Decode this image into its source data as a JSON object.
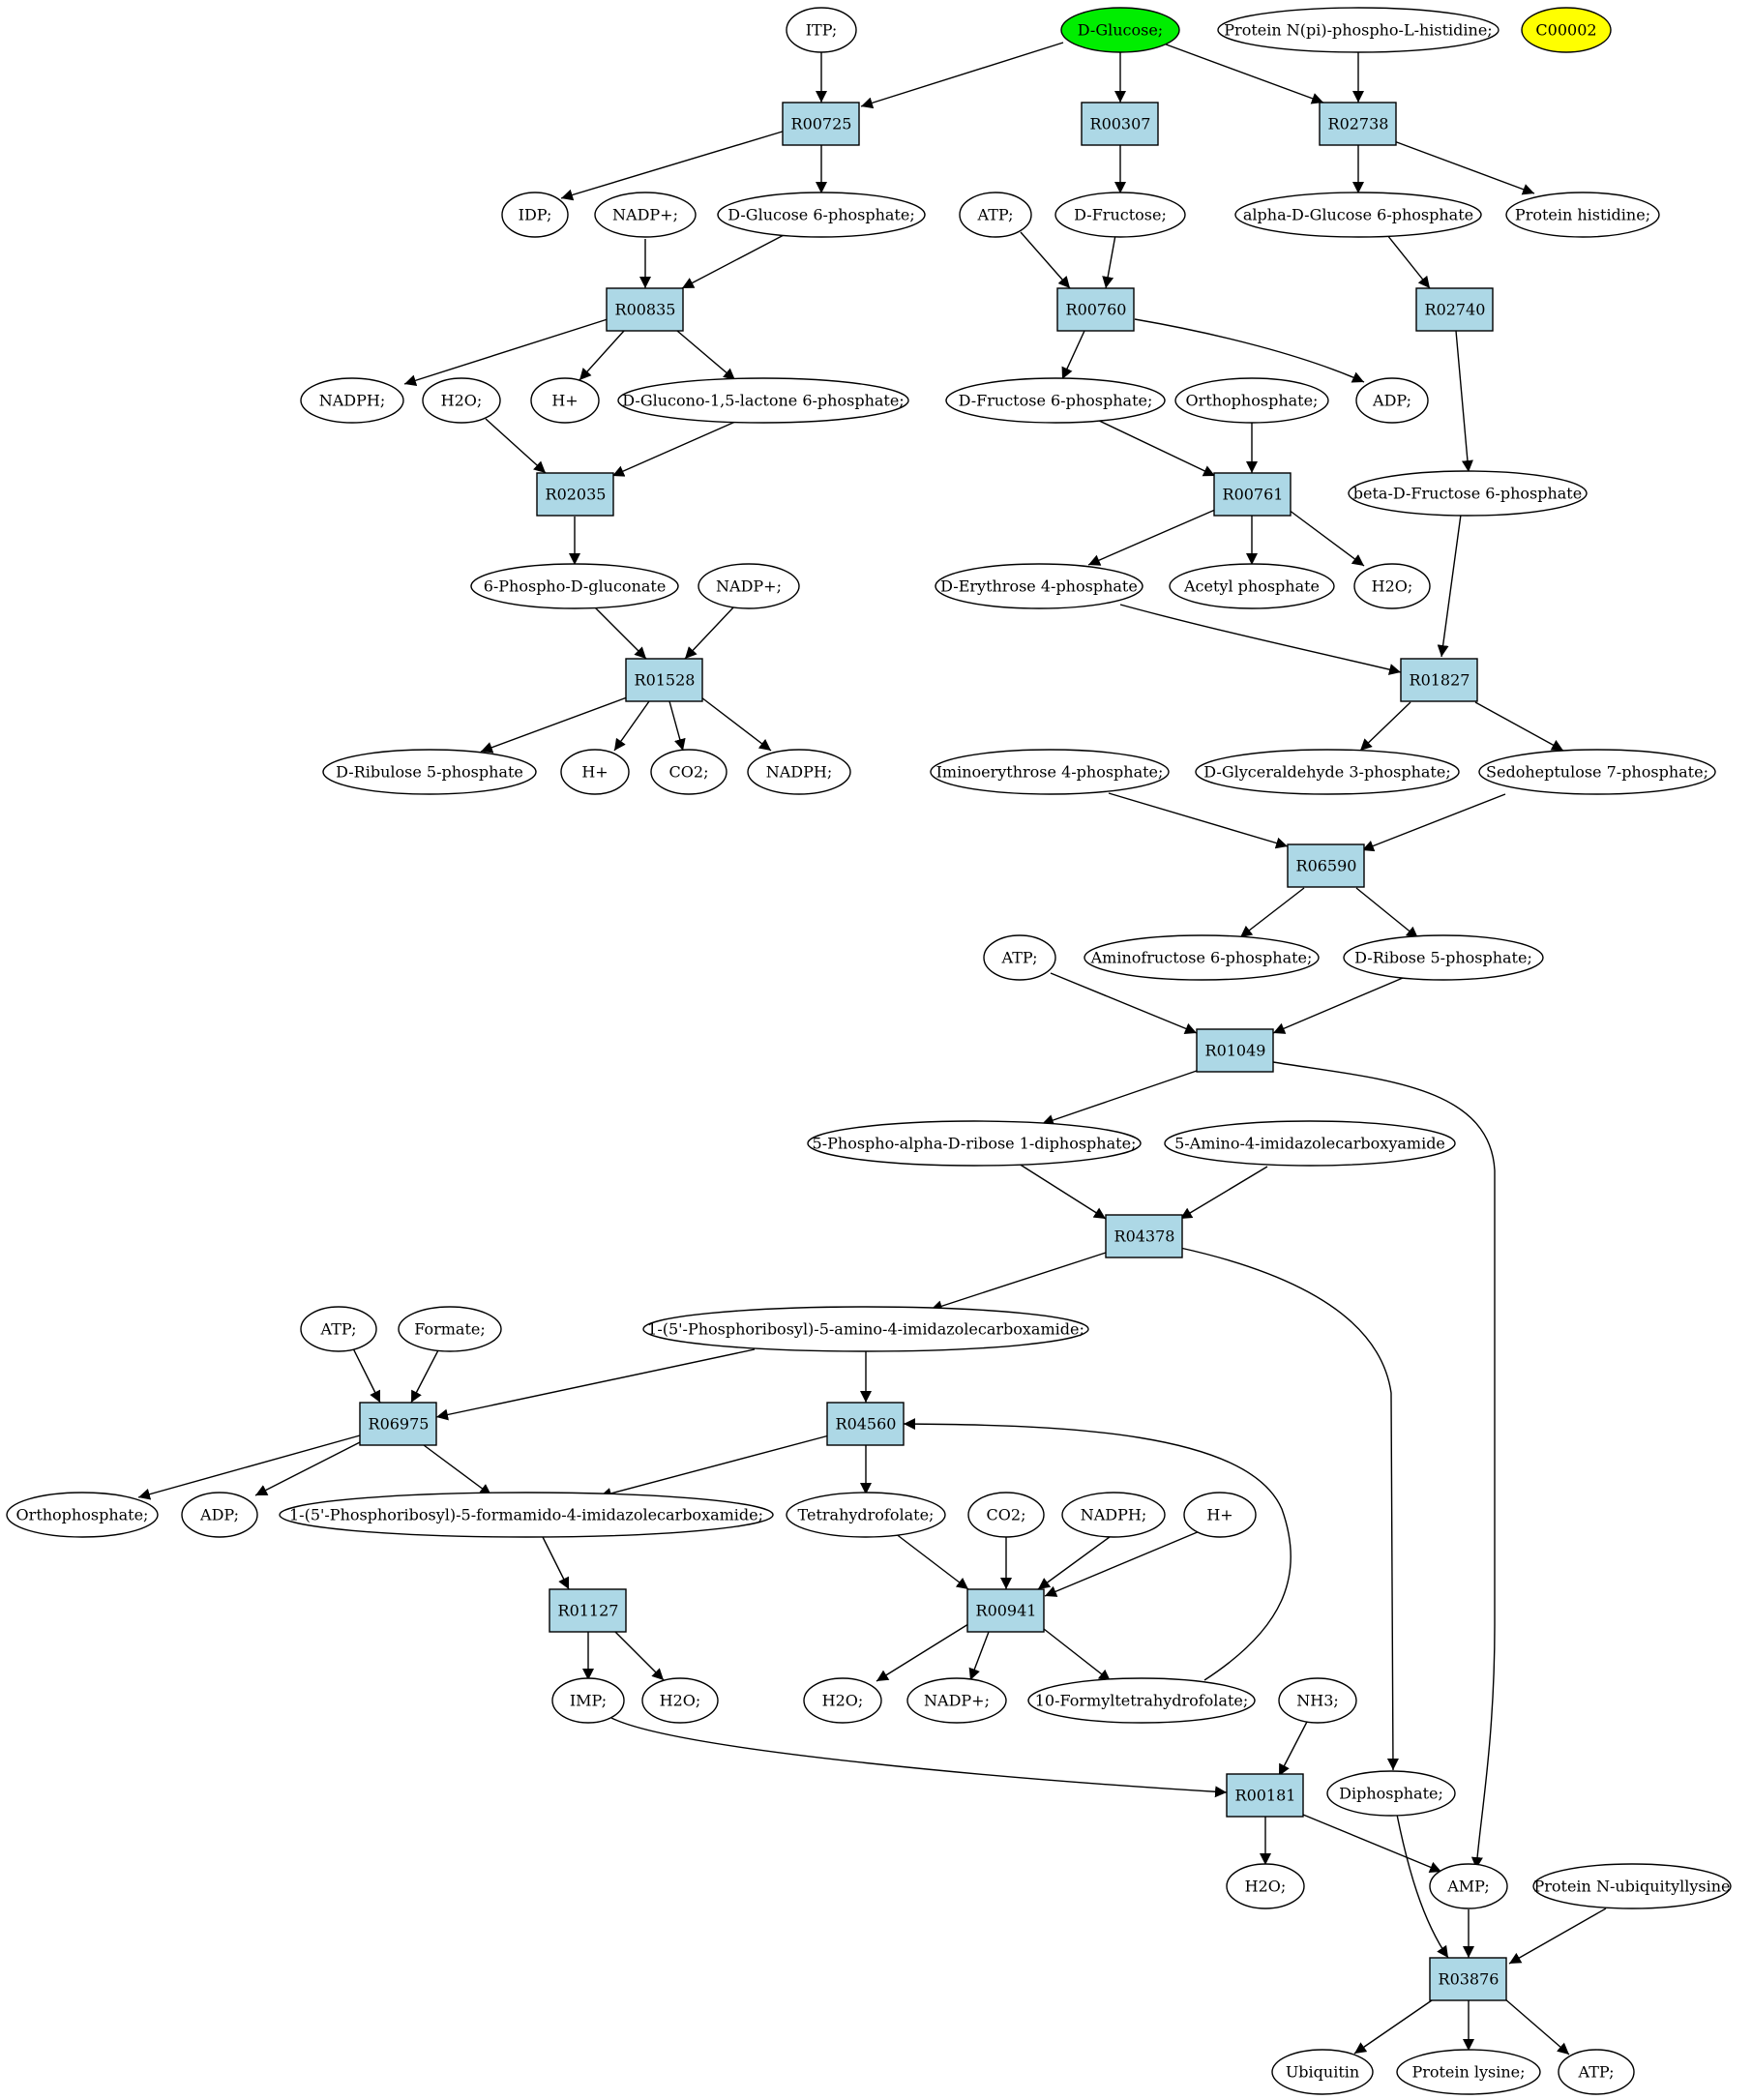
{
  "colors": {
    "start_node": "#00ee00",
    "marked_node": "#ffff00",
    "reaction": "#add8e6",
    "compound": "#ffffff"
  },
  "compounds": {
    "itp": "ITP;",
    "dglucose": "D-Glucose;",
    "protnpi": "Protein N(pi)-phospho-L-histidine;",
    "c00002": "C00002",
    "idp": "IDP;",
    "nadp1": "NADP+;",
    "g6p": "D-Glucose 6-phosphate;",
    "atp1": "ATP;",
    "dfructose": "D-Fructose;",
    "ag6p": "alpha-D-Glucose 6-phosphate",
    "prothis": "Protein histidine;",
    "nadph1": "NADPH;",
    "h2o1": "H2O;",
    "hplus1": "H+",
    "glucono": "D-Glucono-1,5-lactone 6-phosphate;",
    "f6p": "D-Fructose 6-phosphate;",
    "orthop1": "Orthophosphate;",
    "adp1": "ADP;",
    "bf6p": "beta-D-Fructose 6-phosphate",
    "pgluconate": "6-Phospho-D-gluconate",
    "nadp2": "NADP+;",
    "e4p": "D-Erythrose 4-phosphate",
    "acetylp": "Acetyl phosphate",
    "h2o2": "H2O;",
    "ru5p": "D-Ribulose 5-phosphate",
    "hplus2": "H+",
    "co2a": "CO2;",
    "nadph2": "NADPH;",
    "imino": "Iminoerythrose 4-phosphate;",
    "g3p": "D-Glyceraldehyde 3-phosphate;",
    "s7p": "Sedoheptulose 7-phosphate;",
    "atp2": "ATP;",
    "aminof": "Aminofructose 6-phosphate;",
    "r5p": "D-Ribose 5-phosphate;",
    "prpp": "5-Phospho-alpha-D-ribose 1-diphosphate;",
    "aica": "5-Amino-4-imidazolecarboxyamide",
    "aicar": "1-(5'-Phosphoribosyl)-5-amino-4-imidazolecarboxamide;",
    "atp3": "ATP;",
    "formate": "Formate;",
    "orthop2": "Orthophosphate;",
    "adp2": "ADP;",
    "faicar": "1-(5'-Phosphoribosyl)-5-formamido-4-imidazolecarboxamide;",
    "thf": "Tetrahydrofolate;",
    "co2b": "CO2;",
    "nadph3": "NADPH;",
    "hplus3": "H+",
    "imp": "IMP;",
    "h2o3": "H2O;",
    "h2o4": "H2O;",
    "nadp3": "NADP+;",
    "fthf": "10-Formyltetrahydrofolate;",
    "nh3": "NH3;",
    "diphos": "Diphosphate;",
    "h2o5": "H2O;",
    "amp": "AMP;",
    "protubq": "Protein N-ubiquityllysine",
    "ubiquitin": "Ubiquitin",
    "protlys": "Protein lysine;",
    "atp4": "ATP;"
  },
  "reactions": {
    "R00725": "R00725",
    "R00307": "R00307",
    "R02738": "R02738",
    "R00835": "R00835",
    "R00760": "R00760",
    "R02740": "R02740",
    "R02035": "R02035",
    "R00761": "R00761",
    "R01528": "R01528",
    "R01827": "R01827",
    "R06590": "R06590",
    "R01049": "R01049",
    "R04378": "R04378",
    "R06975": "R06975",
    "R04560": "R04560",
    "R01127": "R01127",
    "R00941": "R00941",
    "R00181": "R00181",
    "R03876": "R03876"
  }
}
